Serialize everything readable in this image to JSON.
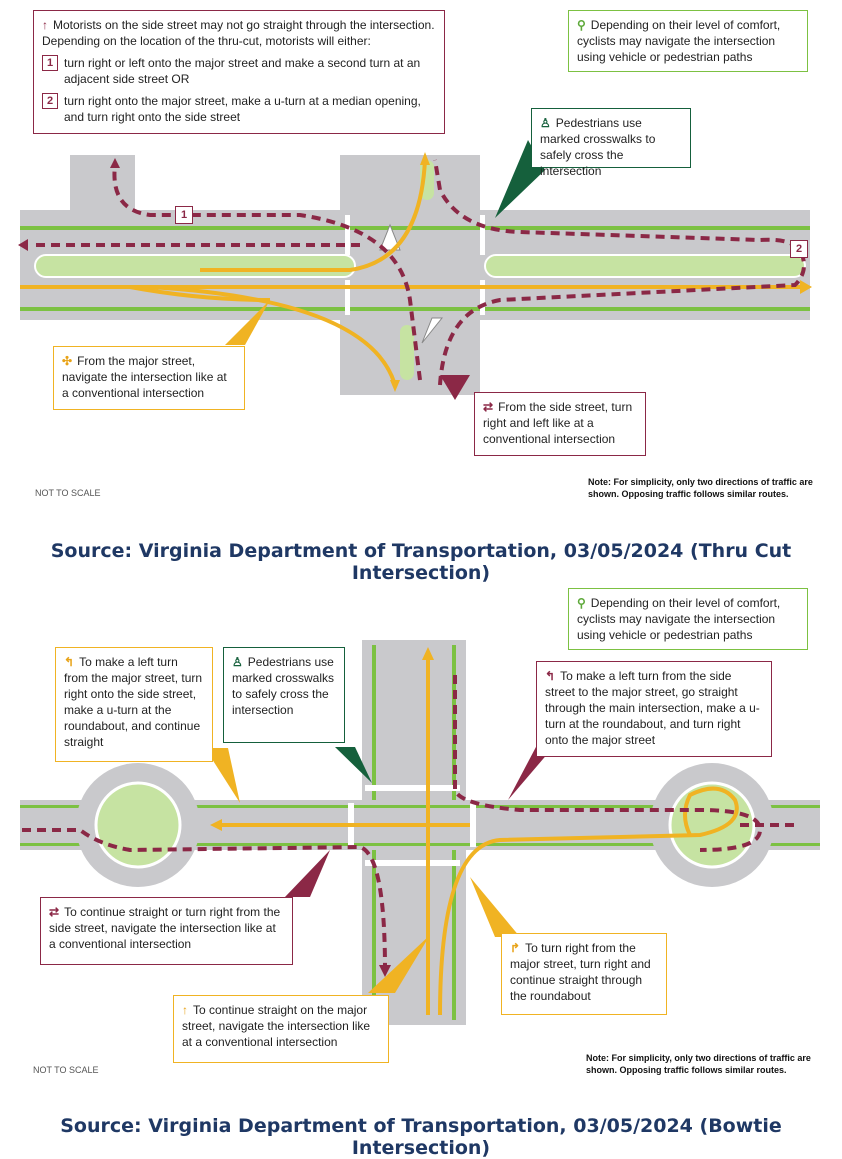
{
  "thru_cut": {
    "callout_restriction": {
      "intro": "Motorists on the side street may not go straight through the intersection. Depending on the location of the thru-cut, motorists will either:",
      "options": [
        {
          "num": "1",
          "text": "turn right or left onto the major street and make a second turn at an adjacent side street OR"
        },
        {
          "num": "2",
          "text": "turn right onto the major street, make a u-turn at a median opening, and turn right onto the side street"
        }
      ]
    },
    "callout_cyclists": "Depending on their level of comfort, cyclists may navigate the intersection using vehicle or pedestrian paths",
    "callout_pedestrians": "Pedestrians use marked crosswalks to safely cross the intersection",
    "callout_major": "From the major street, navigate the intersection like at a conventional intersection",
    "callout_side": "From the side street, turn right and left like at a conventional intersection",
    "route_labels": [
      "1",
      "2"
    ],
    "note": "Note: For simplicity, only two directions of traffic are shown. Opposing traffic follows similar routes.",
    "not_to_scale": "NOT TO SCALE",
    "source": "Source: Virginia Department of Transportation, 03/05/2024 (Thru Cut Intersection)"
  },
  "bowtie": {
    "callout_cyclists": "Depending on their level of comfort, cyclists may navigate the intersection using vehicle or pedestrian paths",
    "callout_left_major": "To make a left turn from the major street, turn right onto the side street, make a u-turn at the roundabout, and continue straight",
    "callout_pedestrians": "Pedestrians use marked crosswalks to safely cross the intersection",
    "callout_left_side": "To make a left turn from the side street to the major street, go straight through the main intersection, make a u-turn at the roundabout, and turn right onto the major street",
    "callout_side_straight": "To continue straight or turn right from the side street, navigate the intersection like at a conventional intersection",
    "callout_right_major": "To turn right from the major street, turn right and continue straight through the roundabout",
    "callout_major_straight": "To continue straight on the major street, navigate the intersection like at a conventional intersection",
    "note": "Note: For simplicity, only two directions of traffic are shown. Opposing traffic follows similar routes.",
    "not_to_scale": "NOT TO SCALE",
    "source": "Source: Virginia Department of Transportation, 03/05/2024 (Bowtie Intersection)"
  },
  "colors": {
    "maroon": "#8b2846",
    "gold": "#f0b323",
    "bike_green": "#7cc142",
    "dark_green": "#15603c",
    "road": "#c9c9cc",
    "median": "#c6e3a2",
    "source_blue": "#1f3864"
  },
  "icons": {
    "restriction": "up-arrow-icon",
    "cyclist": "bicycle-icon",
    "pedestrian": "pedestrian-icon",
    "major_street": "four-way-arrow-icon",
    "side_street": "left-right-turn-icon",
    "left_turn": "left-turn-arrow-icon",
    "straight": "up-arrow-icon",
    "right_turn": "right-turn-arrow-icon"
  }
}
